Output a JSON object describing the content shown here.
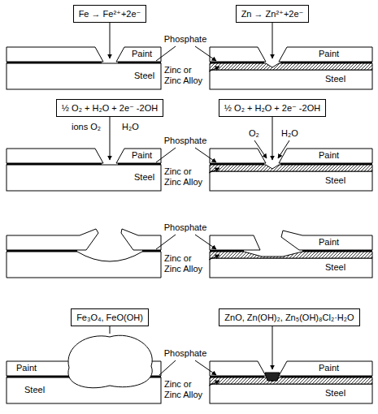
{
  "diagram": {
    "nodes": [
      {
        "text": [
          "Fe → Fe²⁺+2e⁻"
        ]
      },
      {
        "text": [
          "Zn → Zn²⁺+2e⁻"
        ]
      },
      {
        "text": [
          "½ O₂ + H₂O + 2e⁻ -2OH"
        ]
      },
      {
        "text": [
          "½ O₂ + H₂O + 2e⁻ -2OH"
        ]
      },
      {
        "text": [
          "Fe₃O₄, FeO(OH)"
        ]
      },
      {
        "text": [
          "ZnO, Zn(OH)₂, Zn₅(OH)₈Cl₂·H₂O"
        ]
      }
    ],
    "labels": [
      "Phosphate",
      "Paint",
      "Paint",
      "Zinc or Zinc Alloy",
      "Steel",
      "Steel",
      "ions O₂",
      "H₂O",
      "O₂",
      "H₂O",
      "Phosphate",
      "Paint",
      "Paint",
      "Zinc or Zinc Alloy",
      "Steel",
      "Steel",
      "Phosphate",
      "Paint",
      "Zinc or Zinc Alloy",
      "Steel",
      "Phosphate",
      "Paint",
      "Paint",
      "Zinc or Zinc Alloy",
      "Steel",
      "Steel"
    ]
  }
}
